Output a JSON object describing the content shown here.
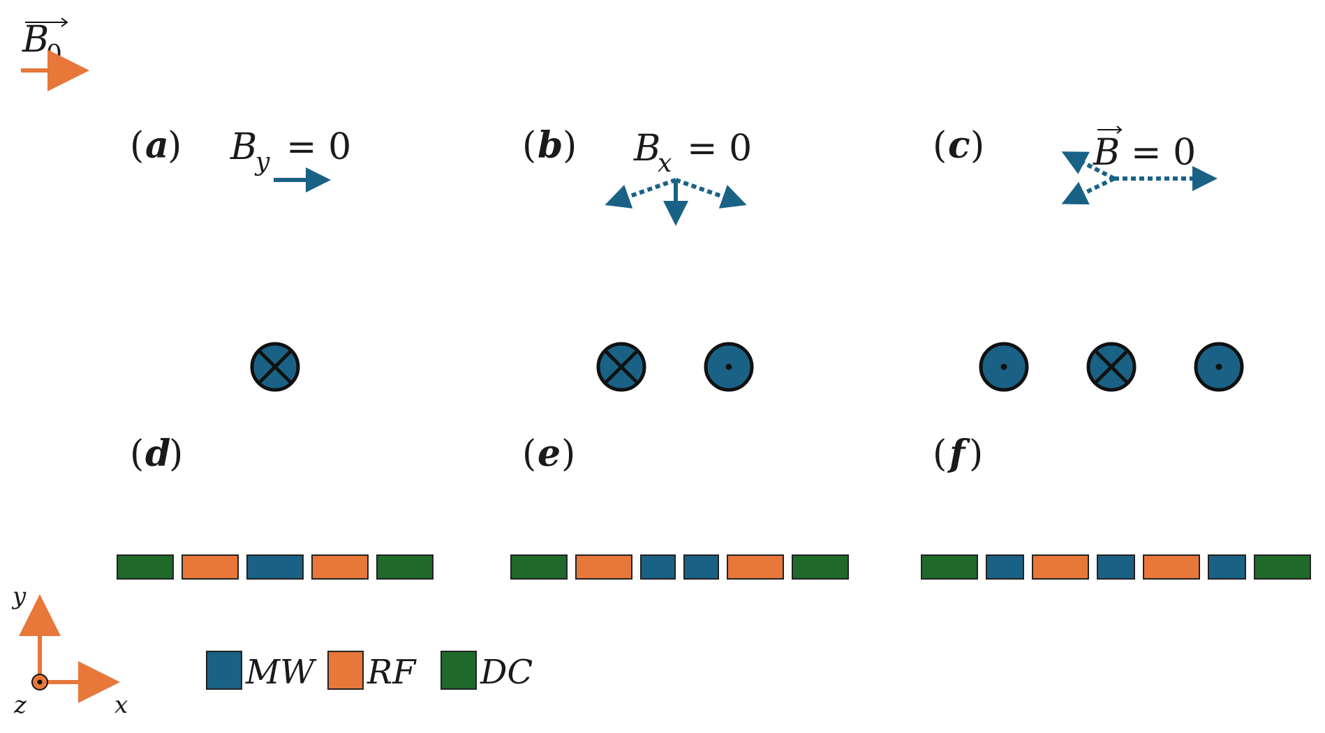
{
  "colors": {
    "mw": "#1a6285",
    "rf": "#e8773a",
    "dc": "#1f6a2b",
    "b0_arrow": "#e8773a",
    "field_arrow": "#1a6285",
    "outline": "#111111"
  },
  "b0": {
    "symbol": "B",
    "subscript": "0"
  },
  "panels": {
    "a": {
      "label": "a",
      "field": "B",
      "sub": "y",
      "eq": "= 0"
    },
    "b": {
      "label": "b",
      "field": "B",
      "sub": "x",
      "eq": "= 0"
    },
    "c": {
      "label": "c",
      "field": "B",
      "sub": "",
      "eq": "= 0"
    },
    "d": {
      "label": "d"
    },
    "e": {
      "label": "e"
    },
    "f": {
      "label": "f"
    }
  },
  "wires": {
    "a": [
      "into"
    ],
    "b": [
      "into",
      "out"
    ],
    "c": [
      "out",
      "into",
      "out"
    ]
  },
  "electrodes": {
    "d": [
      "DC",
      "RF",
      "MW",
      "RF",
      "DC"
    ],
    "e": [
      "DC",
      "RF",
      "MW",
      "MW",
      "RF",
      "DC"
    ],
    "f": [
      "DC",
      "MW",
      "RF",
      "MW",
      "RF",
      "MW",
      "DC"
    ]
  },
  "legend": [
    {
      "key": "MW",
      "label": "MW"
    },
    {
      "key": "RF",
      "label": "RF"
    },
    {
      "key": "DC",
      "label": "DC"
    }
  ],
  "axes": {
    "x": "x",
    "y": "y",
    "z": "z"
  }
}
